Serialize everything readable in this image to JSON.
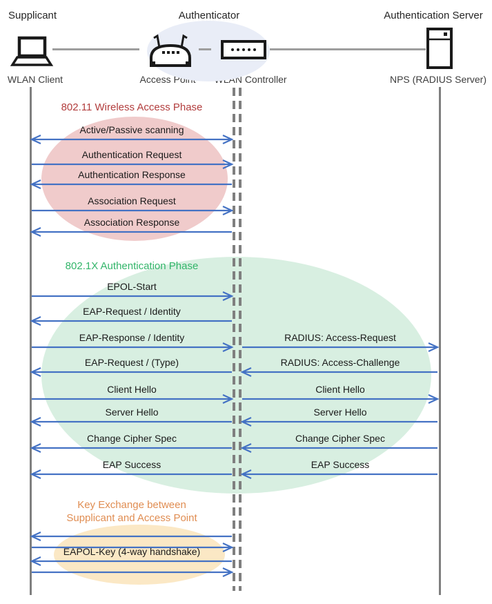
{
  "colors": {
    "arrow_blue": "#4472c4",
    "lifeline_gray": "#7f7f7f",
    "phase1_title": "#b23d3d",
    "phase2_title": "#33b56a",
    "phase3_title": "#e08d52",
    "phase1_fill": "#f0cbcb",
    "phase2_fill": "#d8efe1",
    "phase3_fill": "#fbe8c5",
    "authenticator_fill": "#e9edf7",
    "message_text": "#1a1a1a"
  },
  "header": {
    "roles": [
      {
        "label": "Supplicant"
      },
      {
        "label": "Authenticator"
      },
      {
        "label": "Authentication Server"
      }
    ],
    "nodes": [
      {
        "label": "WLAN Client",
        "icon": "laptop-icon"
      },
      {
        "label": "Access Point",
        "icon": "access-point-icon"
      },
      {
        "label": "WLAN Controller",
        "icon": "wlan-controller-icon"
      },
      {
        "label": "NPS (RADIUS Server)",
        "icon": "server-icon"
      }
    ]
  },
  "phases": [
    {
      "title": "802.11 Wireless Access Phase"
    },
    {
      "title": "802.1X Authentication Phase"
    },
    {
      "lines": [
        "Key Exchange between",
        "Supplicant and Access Point"
      ]
    }
  ],
  "messages_left": [
    {
      "label": "Active/Passive scanning",
      "dir": "both"
    },
    {
      "label": "Authentication Request",
      "dir": "right"
    },
    {
      "label": "Authentication Response",
      "dir": "left"
    },
    {
      "label": "Association Request",
      "dir": "right"
    },
    {
      "label": "Association Response",
      "dir": "left"
    },
    {
      "label": "EPOL-Start",
      "dir": "right"
    },
    {
      "label": "EAP-Request / Identity",
      "dir": "left"
    },
    {
      "label": "EAP-Response / Identity",
      "dir": "right"
    },
    {
      "label": "EAP-Request / (Type)",
      "dir": "left"
    },
    {
      "label": "Client Hello",
      "dir": "right"
    },
    {
      "label": "Server Hello",
      "dir": "left"
    },
    {
      "label": "Change Cipher Spec",
      "dir": "left"
    },
    {
      "label": "EAP Success",
      "dir": "left"
    },
    {
      "label": "",
      "dir": "left"
    },
    {
      "label": "",
      "dir": "right"
    },
    {
      "label": "EAPOL-Key (4-way handshake)",
      "dir": "left"
    },
    {
      "label": "",
      "dir": "right"
    }
  ],
  "messages_right": [
    {
      "label": "RADIUS: Access-Request",
      "dir": "right"
    },
    {
      "label": "RADIUS: Access-Challenge",
      "dir": "left"
    },
    {
      "label": "Client Hello",
      "dir": "right"
    },
    {
      "label": "Server Hello",
      "dir": "left"
    },
    {
      "label": "Change Cipher Spec",
      "dir": "left"
    },
    {
      "label": "EAP Success",
      "dir": "left"
    }
  ]
}
